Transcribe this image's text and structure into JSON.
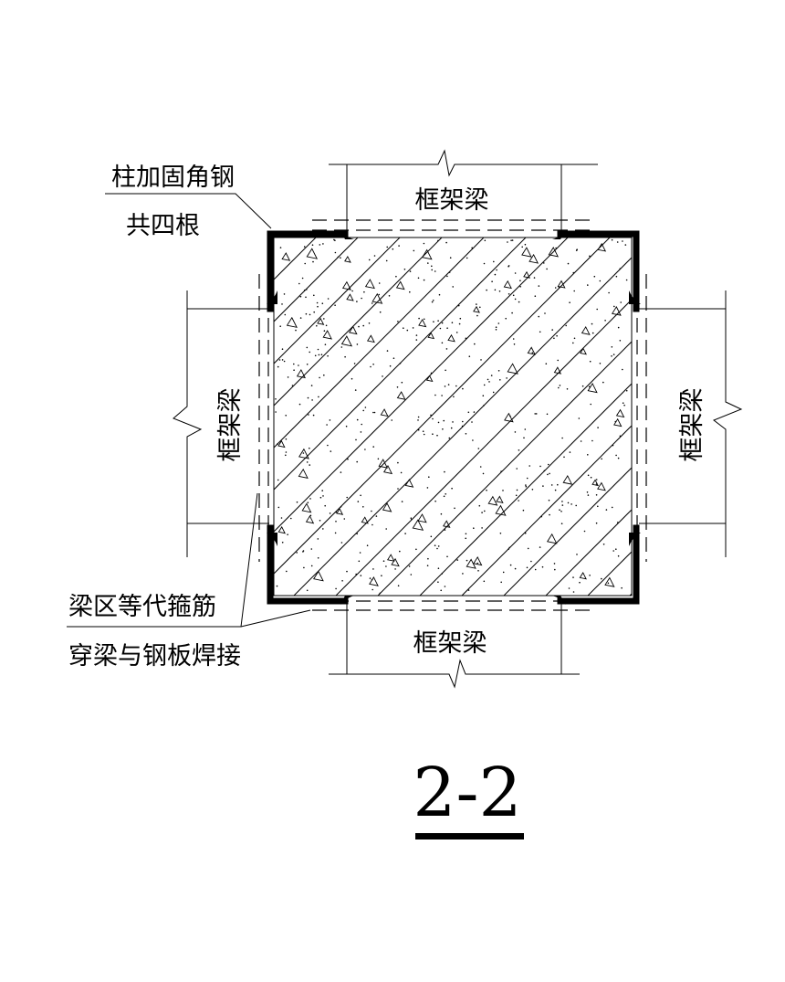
{
  "labels": {
    "top_beam": "框架梁",
    "bottom_beam": "框架梁",
    "left_beam": "框架梁",
    "right_beam": "框架梁",
    "angle_note_line1": "柱加固角钢",
    "angle_note_line2": "共四根",
    "stirrup_note_line1": "梁区等代箍筋",
    "stirrup_note_line2": "穿梁与钢板焊接"
  },
  "section_title": "2-2",
  "colors": {
    "line": "#000000",
    "background": "#ffffff"
  }
}
